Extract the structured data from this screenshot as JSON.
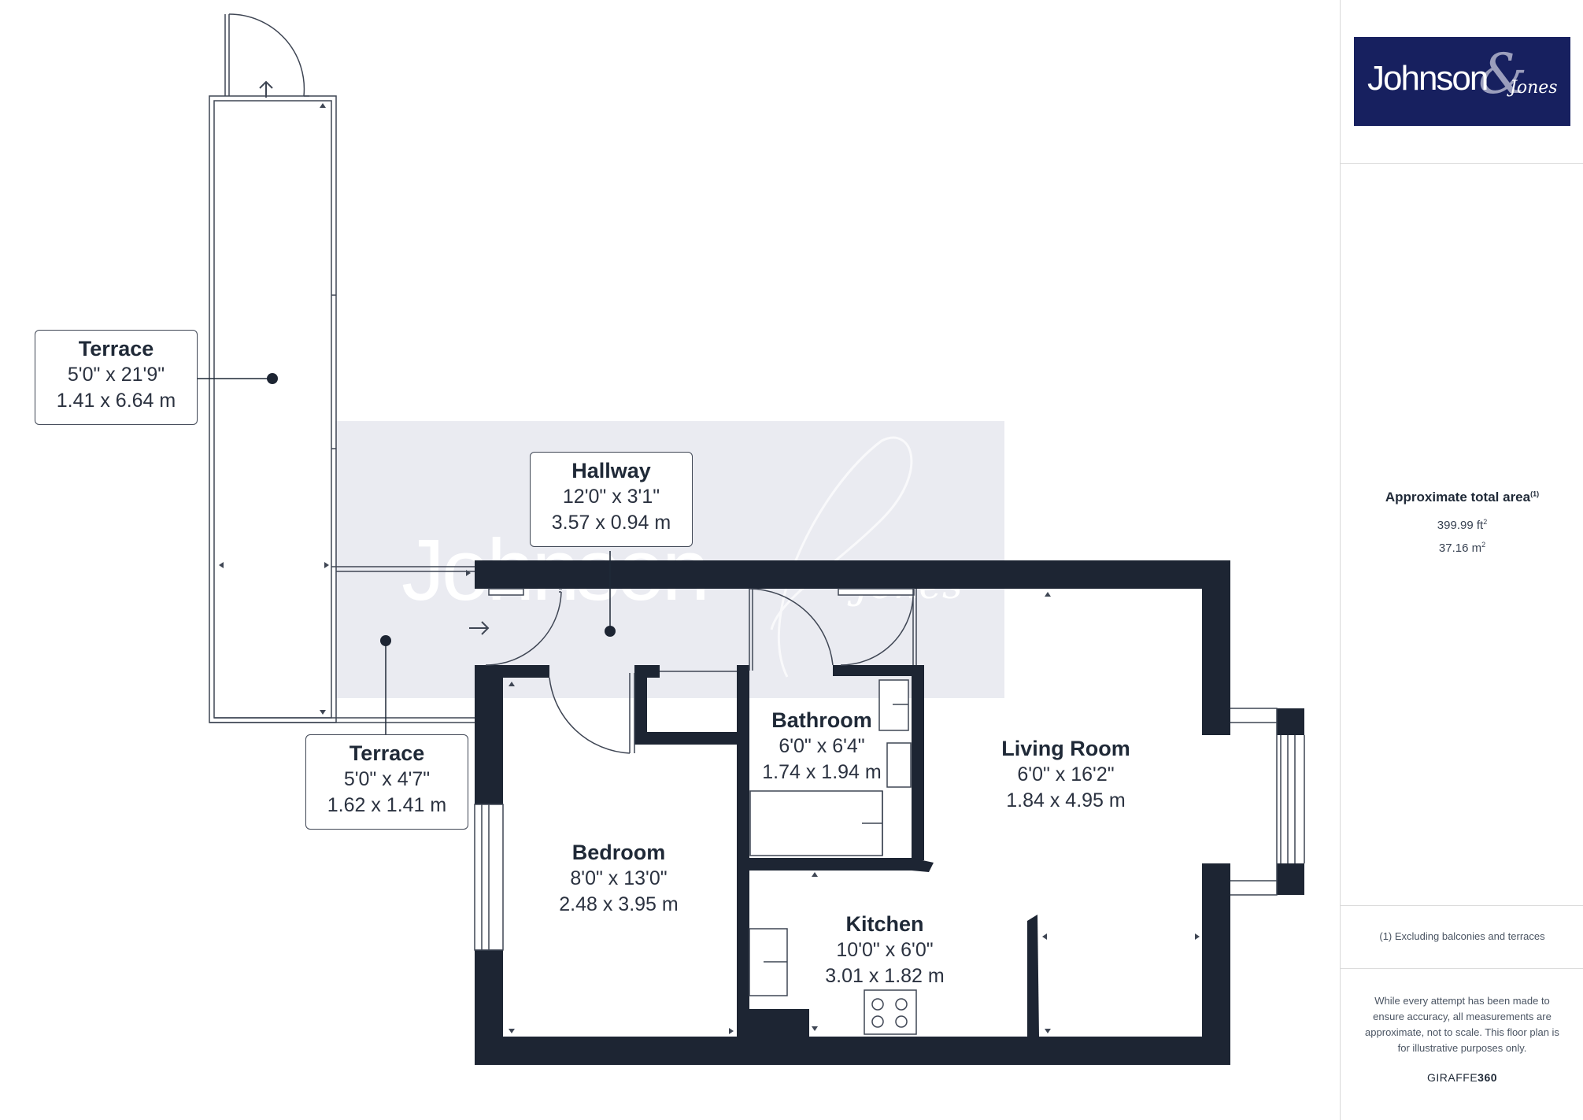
{
  "brand": {
    "logo_main": "Johnson",
    "logo_amp": "&",
    "logo_sub": "Jones",
    "bg_color": "#17205f",
    "watermark_main": "Johnson",
    "watermark_sub": "Jones"
  },
  "area": {
    "title": "Approximate total area",
    "title_sup": "(1)",
    "sqft": "399.99 ft",
    "sqft_sup": "2",
    "sqm": "37.16 m",
    "sqm_sup": "2"
  },
  "note": "(1) Excluding balconies and terraces",
  "disclaimer": "While every attempt has been made to ensure accuracy, all measurements are approximate, not to scale. This floor plan is for illustrative purposes only.",
  "maker": {
    "prefix": "GIRAFFE",
    "suffix": "360"
  },
  "wall_color": "#1d2533",
  "rooms": {
    "terrace_main": {
      "name": "Terrace",
      "imperial": "5'0\" x 21'9\"",
      "metric": "1.41 x 6.64 m"
    },
    "terrace_small": {
      "name": "Terrace",
      "imperial": "5'0\" x 4'7\"",
      "metric": "1.62 x 1.41 m"
    },
    "hallway": {
      "name": "Hallway",
      "imperial": "12'0\" x 3'1\"",
      "metric": "3.57 x 0.94 m"
    },
    "bathroom": {
      "name": "Bathroom",
      "imperial": "6'0\" x 6'4\"",
      "metric": "1.74 x 1.94 m"
    },
    "living_room": {
      "name": "Living Room",
      "imperial": "6'0\" x 16'2\"",
      "metric": "1.84 x 4.95 m"
    },
    "bedroom": {
      "name": "Bedroom",
      "imperial": "8'0\" x 13'0\"",
      "metric": "2.48 x 3.95 m"
    },
    "kitchen": {
      "name": "Kitchen",
      "imperial": "10'0\" x 6'0\"",
      "metric": "3.01 x 1.82 m"
    }
  }
}
